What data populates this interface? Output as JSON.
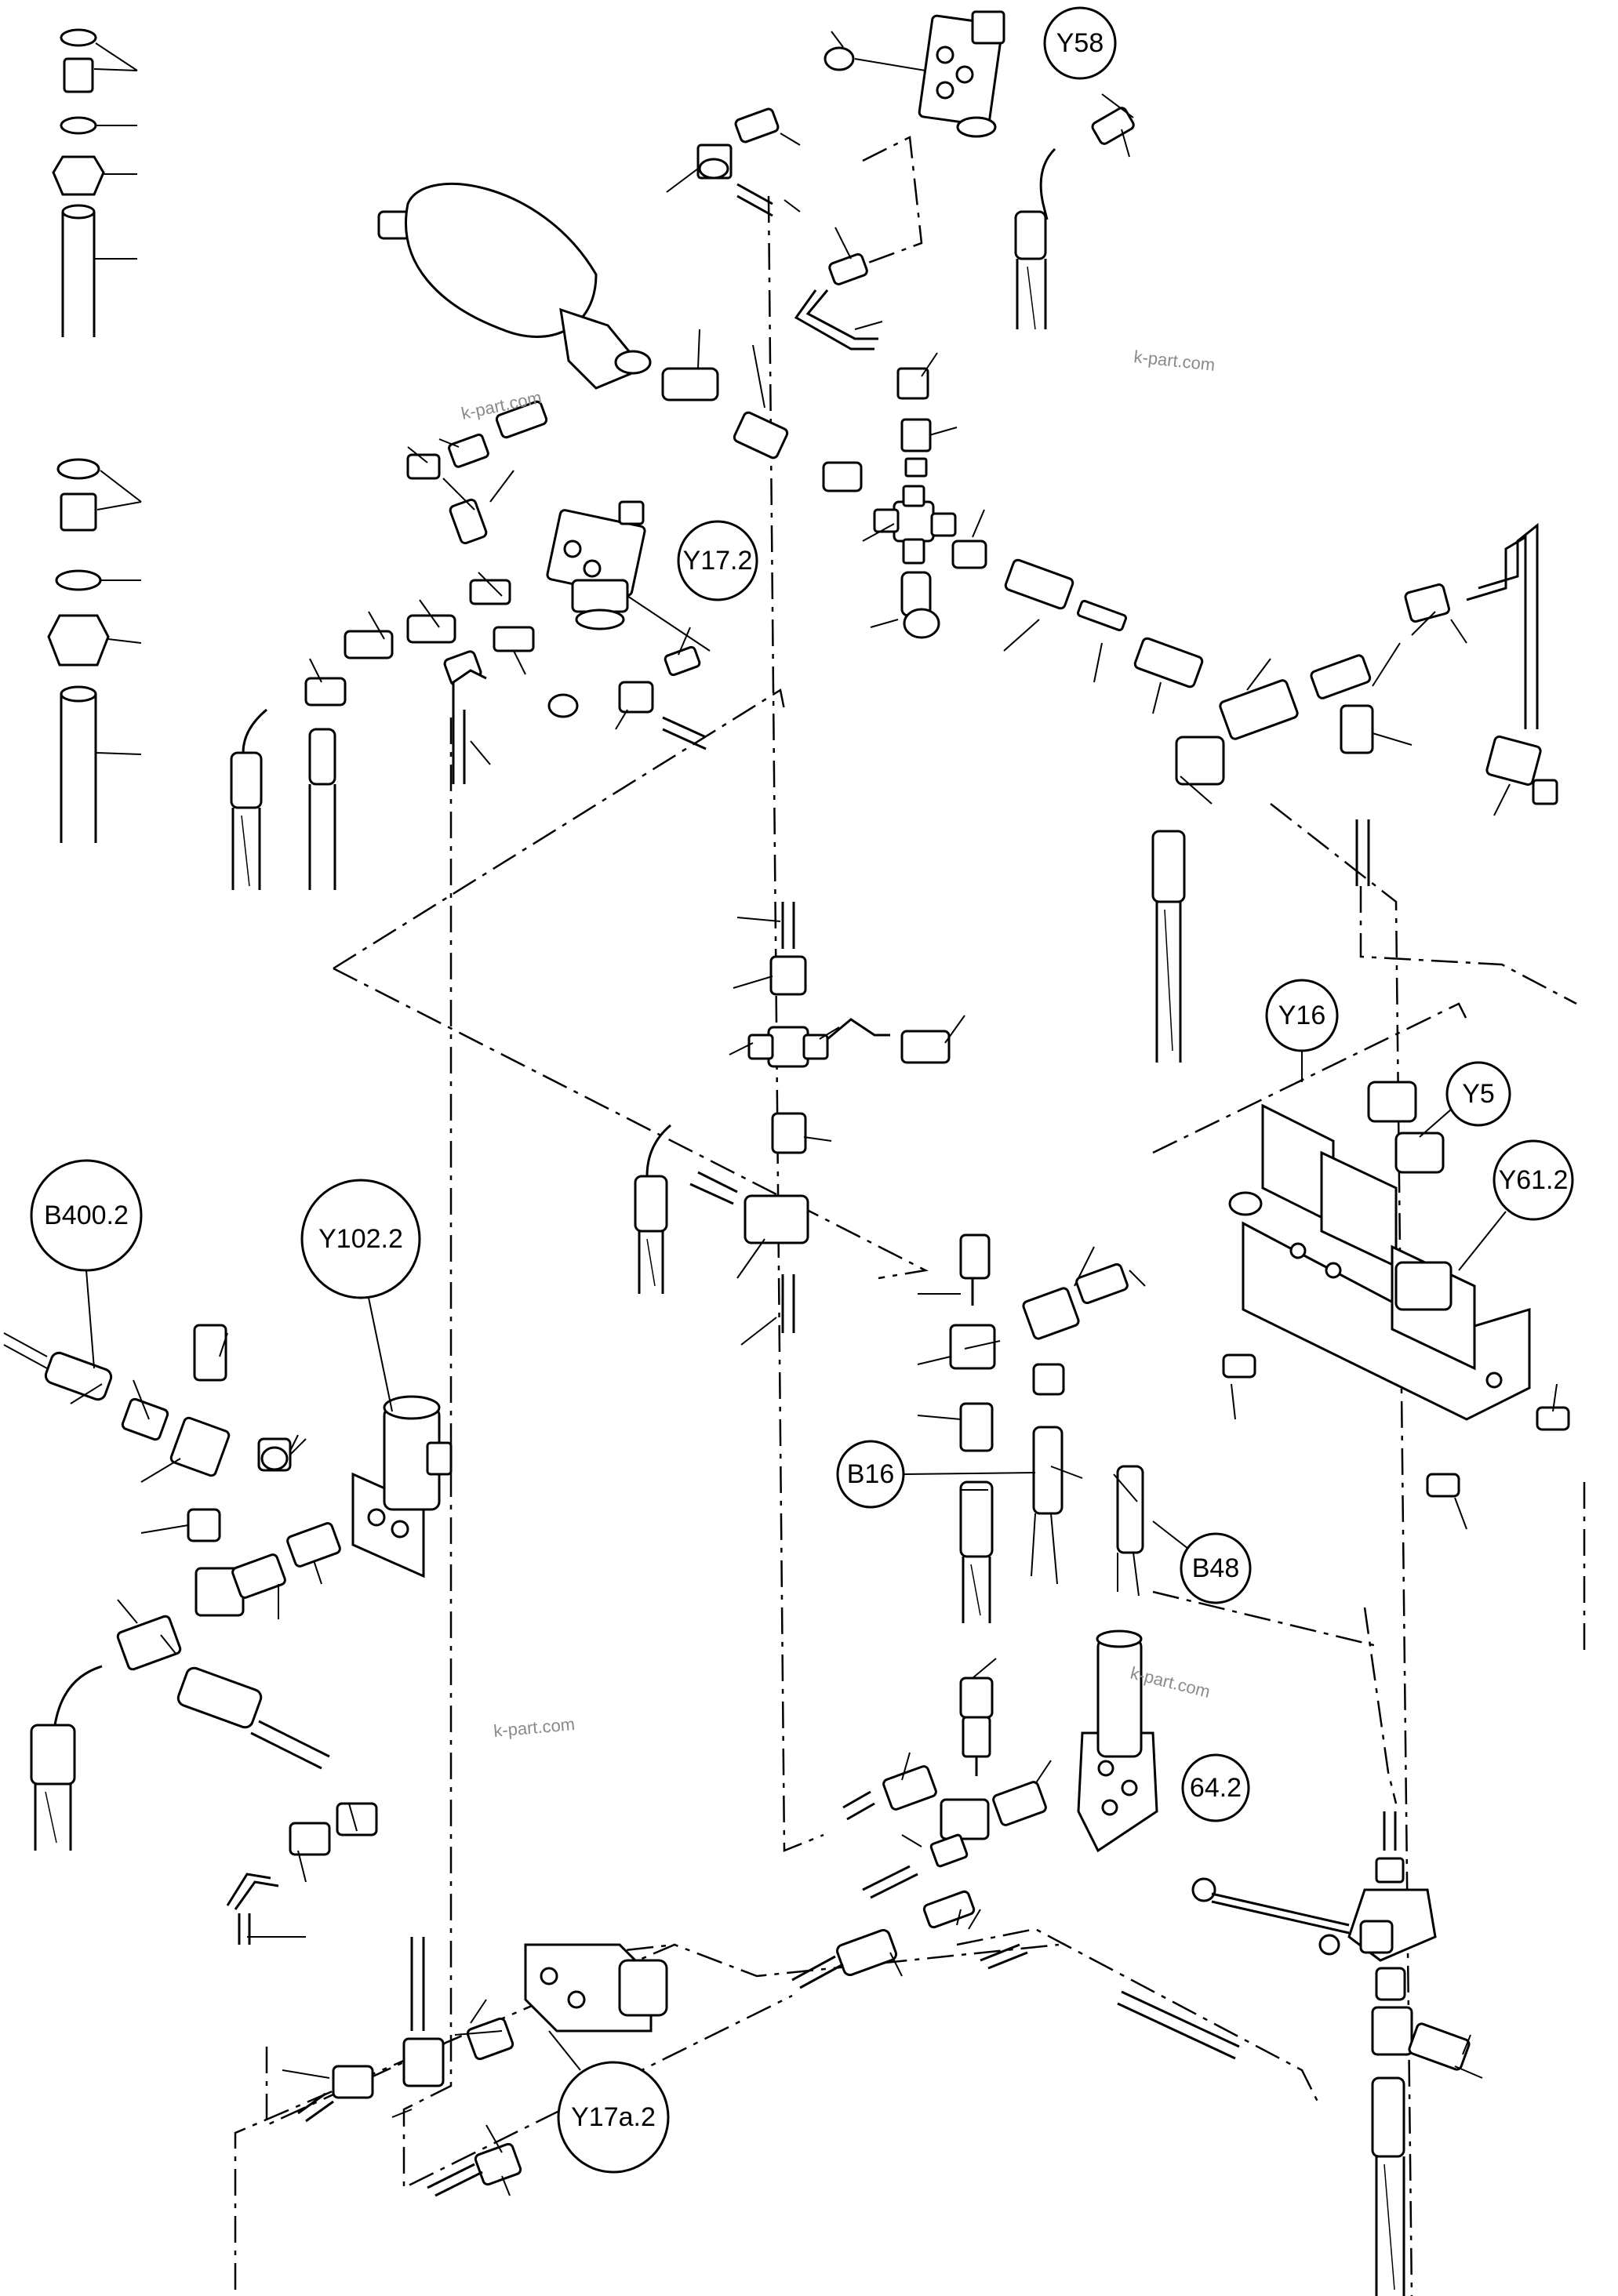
{
  "callouts": {
    "y58": "Y58",
    "y17_2": "Y17.2",
    "y16": "Y16",
    "y5": "Y5",
    "y61_2": "Y61.2",
    "b400_2": "B400.2",
    "y102_2": "Y102.2",
    "b16": "B16",
    "b48": "B48",
    "c64_2": "64.2",
    "y17a_2": "Y17a.2"
  },
  "watermark": "k-part.com"
}
